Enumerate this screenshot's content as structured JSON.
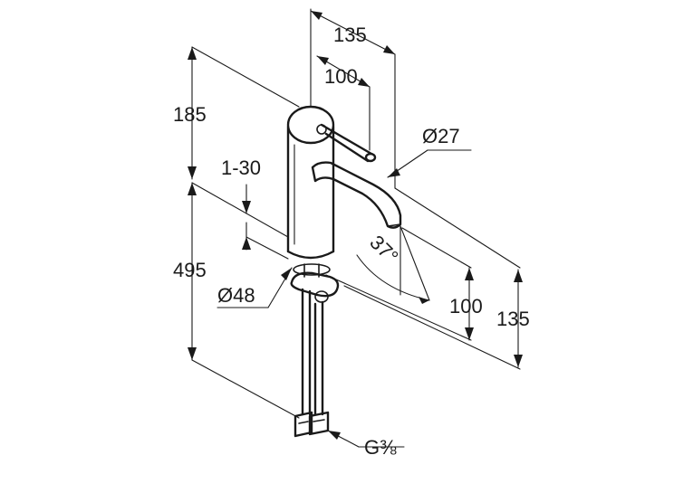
{
  "dimensions": {
    "top_width": "135",
    "lever_width": "100",
    "total_height_upper": "185",
    "adjust_range": "1-30",
    "spout_diameter": "Ø27",
    "spout_angle": "37°",
    "base_height": "495",
    "base_diameter": "Ø48",
    "right_small": "100",
    "right_large": "135",
    "thread": "G⅜"
  },
  "colors": {
    "line": "#1a1a1a",
    "background": "#ffffff"
  }
}
